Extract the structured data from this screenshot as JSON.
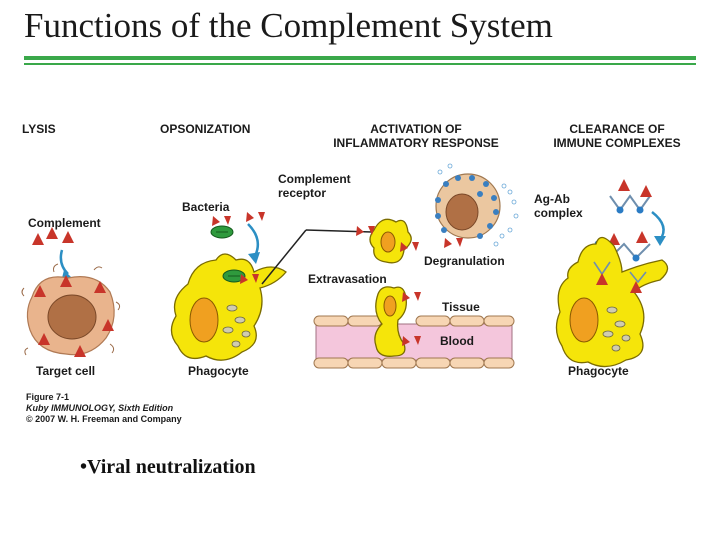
{
  "slide": {
    "title": "Functions of the Complement System",
    "bullet": "•Viral neutralization"
  },
  "figure": {
    "headings": {
      "lysis": "LYSIS",
      "opsonization": "OPSONIZATION",
      "inflammatory_line1": "ACTIVATION OF",
      "inflammatory_line2": "INFLAMMATORY RESPONSE",
      "clearance_line1": "CLEARANCE OF",
      "clearance_line2": "IMMUNE COMPLEXES"
    },
    "labels": {
      "complement": "Complement",
      "target_cell": "Target cell",
      "bacteria": "Bacteria",
      "complement_receptor_line1": "Complement",
      "complement_receptor_line2": "receptor",
      "phagocyte_left": "Phagocyte",
      "extravasation": "Extravasation",
      "degranulation": "Degranulation",
      "tissue": "Tissue",
      "blood": "Blood",
      "agab_line1": "Ag-Ab",
      "agab_line2": "complex",
      "phagocyte_right": "Phagocyte"
    },
    "caption": {
      "line1": "Figure 7-1",
      "line2": "Kuby IMMUNOLOGY, Sixth Edition",
      "line3": "© 2007 W. H. Freeman and Company"
    }
  },
  "colors": {
    "accent_green": "#3aa84a",
    "cell_yellow": "#f5e50a",
    "nucleus_orange": "#f0a020",
    "complement_red": "#c8352a",
    "target_cell": "#e9b48d",
    "blood_pink": "#f4c6dc",
    "antigen_blue": "#2b7cc4"
  }
}
